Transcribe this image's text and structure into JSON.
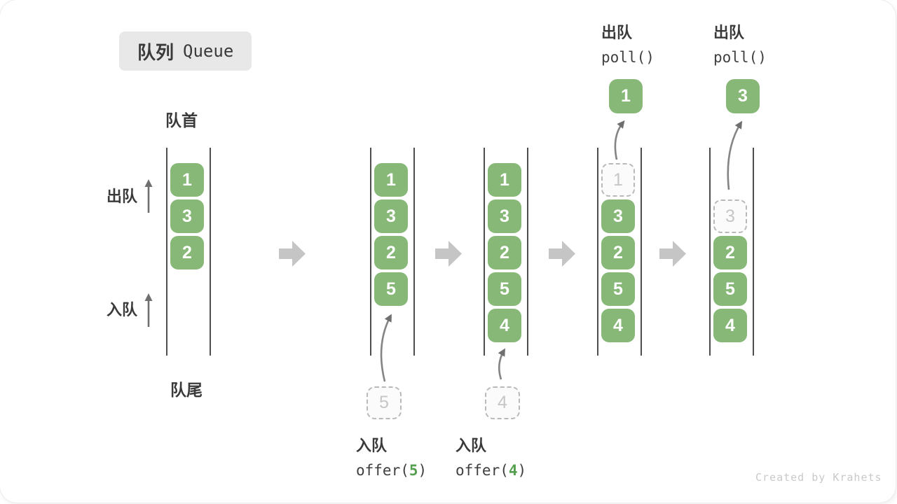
{
  "title": {
    "badge_zh": "队列",
    "badge_en": "Queue"
  },
  "side_labels": {
    "front": "队首",
    "rear": "队尾",
    "dequeue": "出队",
    "enqueue": "入队"
  },
  "ops": {
    "enqueue5": {
      "zh": "入队",
      "fn_open": "offer(",
      "arg": "5",
      "fn_close": ")"
    },
    "enqueue4": {
      "zh": "入队",
      "fn_open": "offer(",
      "arg": "4",
      "fn_close": ")"
    },
    "poll1": {
      "zh": "出队",
      "fn": "poll()"
    },
    "poll2": {
      "zh": "出队",
      "fn": "poll()"
    }
  },
  "diagram": {
    "type": "queue-operations",
    "states": [
      {
        "name": "initial",
        "cells": [
          {
            "row": 0,
            "v": "1"
          },
          {
            "row": 1,
            "v": "3"
          },
          {
            "row": 2,
            "v": "2"
          }
        ]
      },
      {
        "name": "after-offer-5",
        "cells": [
          {
            "row": 0,
            "v": "1"
          },
          {
            "row": 1,
            "v": "3"
          },
          {
            "row": 2,
            "v": "2"
          },
          {
            "row": 3,
            "v": "5"
          }
        ],
        "incoming": "5"
      },
      {
        "name": "after-offer-4",
        "cells": [
          {
            "row": 0,
            "v": "1"
          },
          {
            "row": 1,
            "v": "3"
          },
          {
            "row": 2,
            "v": "2"
          },
          {
            "row": 3,
            "v": "5"
          },
          {
            "row": 4,
            "v": "4"
          }
        ],
        "incoming": "4"
      },
      {
        "name": "after-poll-1",
        "cells": [
          {
            "row": 0,
            "v": "1",
            "dashed": true
          },
          {
            "row": 1,
            "v": "3"
          },
          {
            "row": 2,
            "v": "2"
          },
          {
            "row": 3,
            "v": "5"
          },
          {
            "row": 4,
            "v": "4"
          }
        ],
        "outgoing": "1"
      },
      {
        "name": "after-poll-3",
        "cells": [
          {
            "row": 1,
            "v": "3",
            "dashed": true
          },
          {
            "row": 2,
            "v": "2"
          },
          {
            "row": 3,
            "v": "5"
          },
          {
            "row": 4,
            "v": "4"
          }
        ],
        "outgoing": "3"
      }
    ]
  },
  "colors": {
    "cell_green": "#87b878",
    "arg_green": "#55a04e",
    "rail_dark": "#4d4d4d",
    "text_dark": "#3a3a3a",
    "dashed_gray": "#b9b9b9",
    "block_arrow_gray": "#c5c5c5",
    "curve_arrow_gray": "#7c7c7c",
    "watermark_gray": "#c9c9c9",
    "badge_bg": "#e8e8e8"
  },
  "watermark": "Created by Krahets"
}
